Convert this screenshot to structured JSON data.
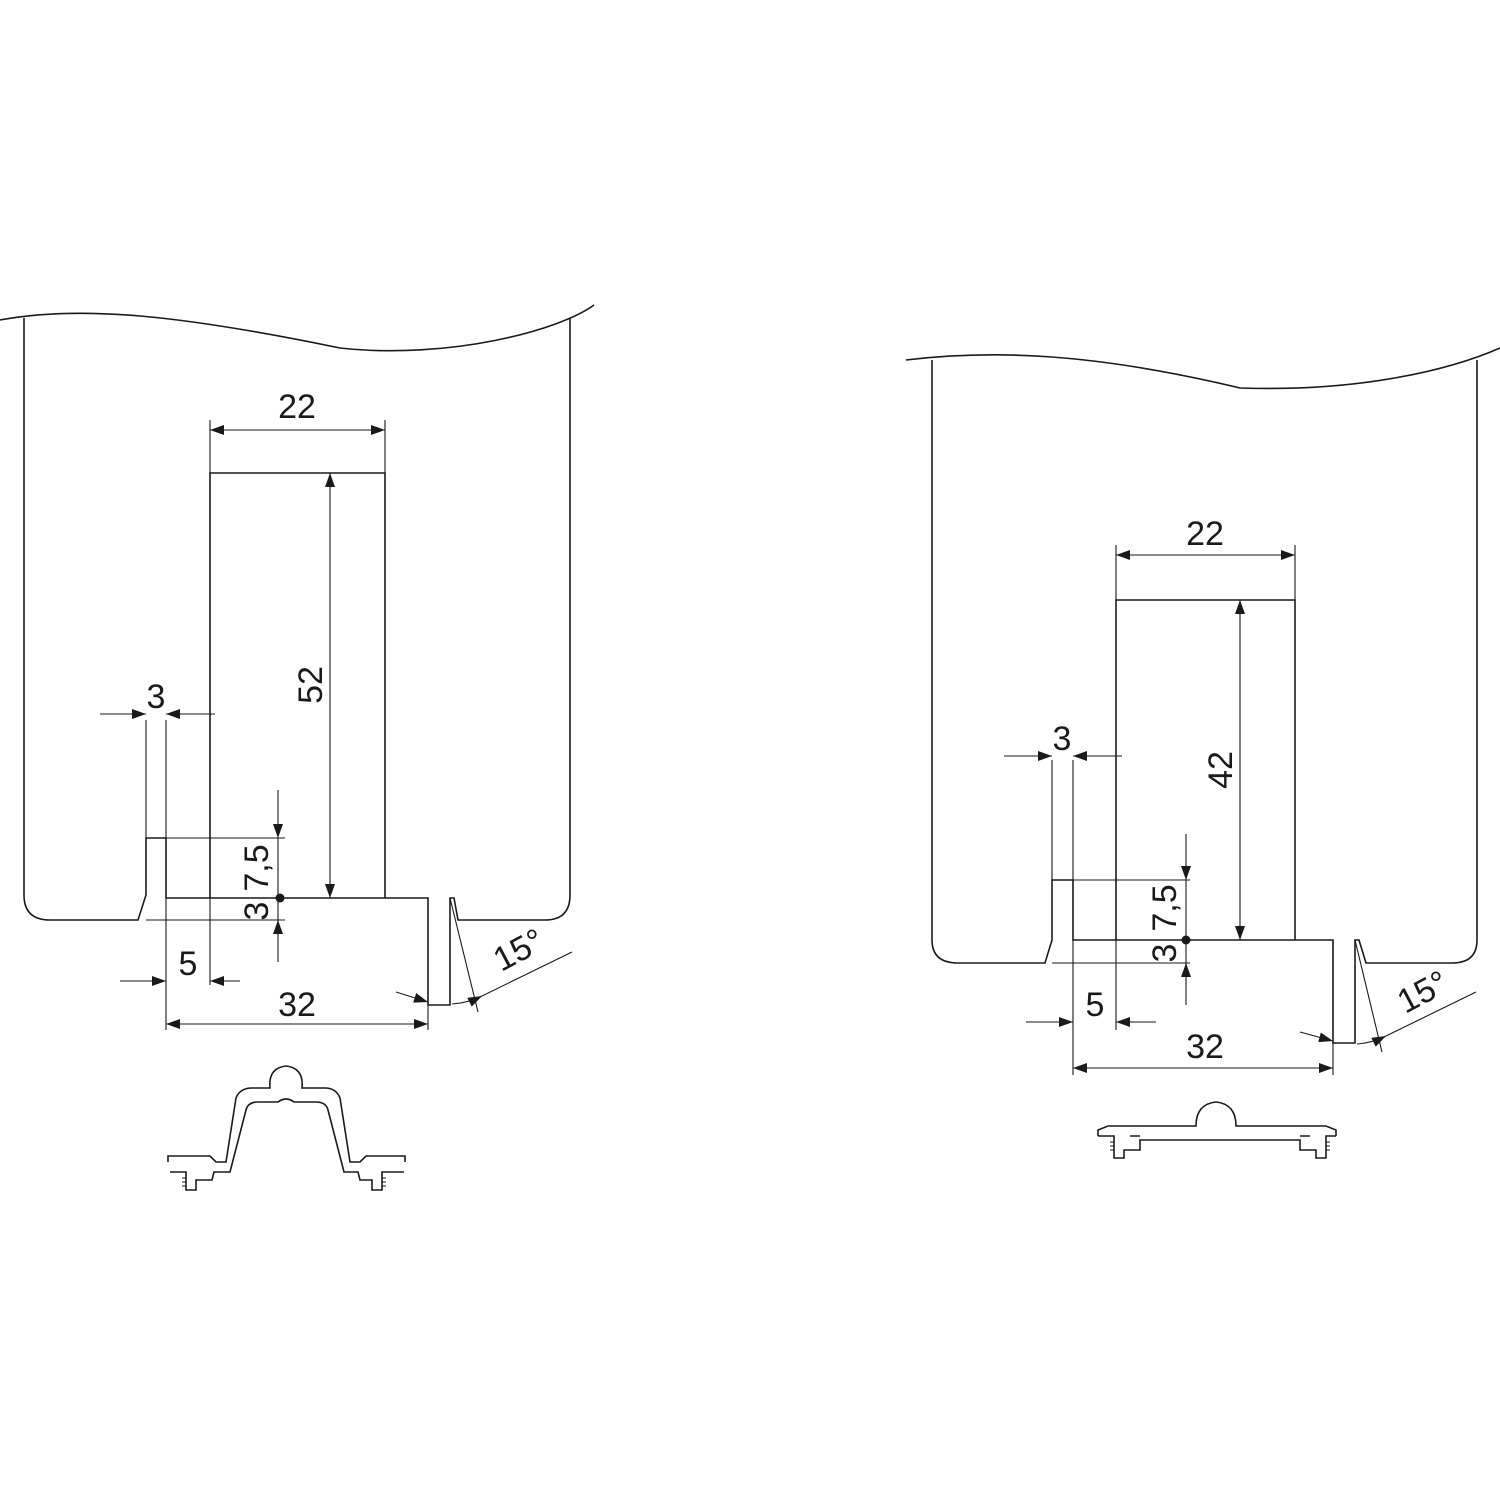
{
  "drawings": {
    "left": {
      "width_label": "22",
      "slot_depth_label": "52",
      "wall_label": "3",
      "offset_label": "5",
      "spacing_label": "32",
      "height_label_a": "7,5",
      "height_label_b": "3",
      "angle_label": "15°"
    },
    "right": {
      "width_label": "22",
      "slot_depth_label": "42",
      "wall_label": "3",
      "offset_label": "5",
      "spacing_label": "32",
      "height_label_a": "7,5",
      "height_label_b": "3",
      "angle_label": "15°"
    }
  },
  "colors": {
    "line": "#1a1a1a",
    "background": "#ffffff"
  }
}
